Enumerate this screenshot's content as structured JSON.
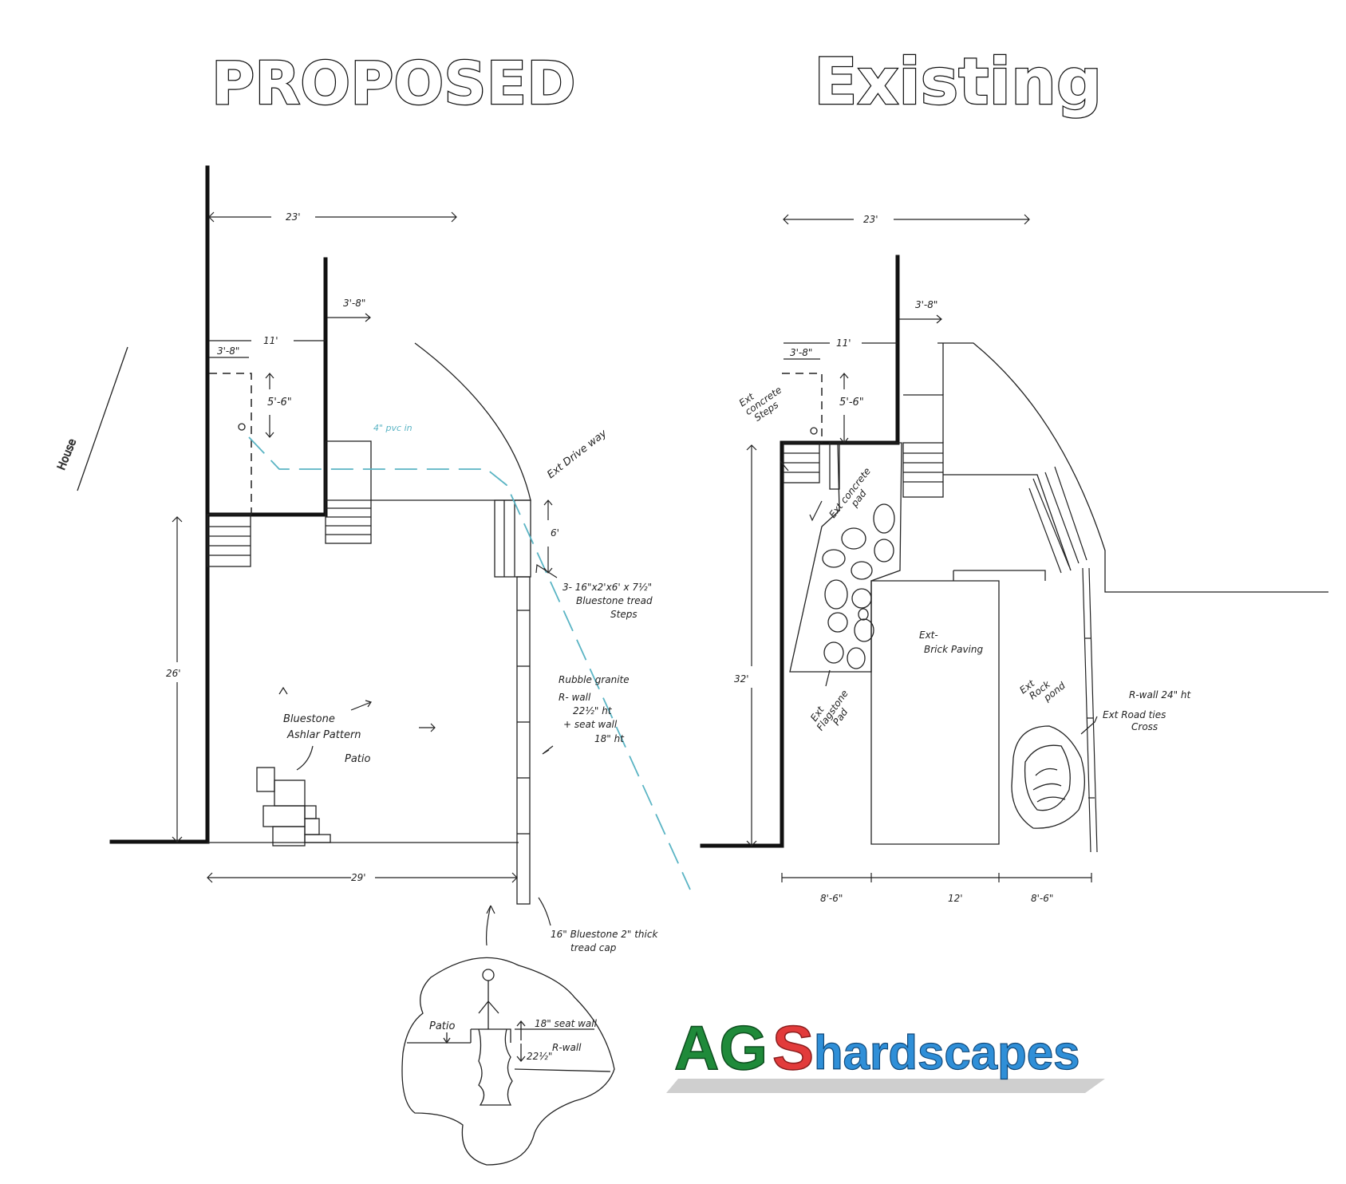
{
  "titles": {
    "proposed": "PROPOSED",
    "existing": "Existing"
  },
  "proposed": {
    "house": "House",
    "dims": {
      "top_width": "23'",
      "left_offset": "11'",
      "door_width": "3'-8\"",
      "stair_width": "3'-8\"",
      "door_depth": "5'-6\"",
      "height": "26'",
      "bottom_width": "29'",
      "step_rise": "6'"
    },
    "pvc": "4\" pvc in",
    "driveway": "Ext Drive way",
    "steps_note": [
      "3- 16\"x2'x6' x 7½\"",
      "Bluestone tread",
      "Steps"
    ],
    "wall_note": [
      "Rubble granite",
      "R- wall",
      "22½\" ht",
      "+ seat wall",
      "18\" ht"
    ],
    "patio_note": [
      "Bluestone",
      "Ashlar Pattern",
      "Patio"
    ],
    "cap_note": [
      "16\" Bluestone 2\" thick",
      "tread cap"
    ],
    "detail": {
      "patio": "Patio",
      "seat_wall": "18\" seat wall",
      "r_wall": "R-wall",
      "r_wall_height": "22½\""
    }
  },
  "existing": {
    "dims": {
      "top_width": "23'",
      "left_offset": "11'",
      "door_width": "3'-8\"",
      "stair_width": "3'-8\"",
      "door_depth": "5'-6\"",
      "height": "32'",
      "seg1": "8'-6\"",
      "seg2": "12'",
      "seg3": "8'-6\""
    },
    "concrete_steps": [
      "Ext",
      "concrete",
      "Steps"
    ],
    "concrete_pad": [
      "Ext concrete",
      "pad"
    ],
    "flagstone_pad": [
      "Ext",
      "Flagstone",
      "Pad"
    ],
    "brick_paving": [
      "Ext-",
      "Brick Paving"
    ],
    "rock_pond": [
      "Ext",
      "Rock",
      "pond"
    ],
    "r_wall": [
      "R-wall 24\" ht",
      "Ext Road ties",
      "Cross"
    ]
  },
  "logo": {
    "part1": "AG",
    "part2": "S",
    "part3": "hardscapes"
  },
  "colors": {
    "pvc_line": "#5ab4c4",
    "logo_green": "#1f8a3a",
    "logo_red": "#e23b3b",
    "logo_blue": "#2f8fd8"
  }
}
